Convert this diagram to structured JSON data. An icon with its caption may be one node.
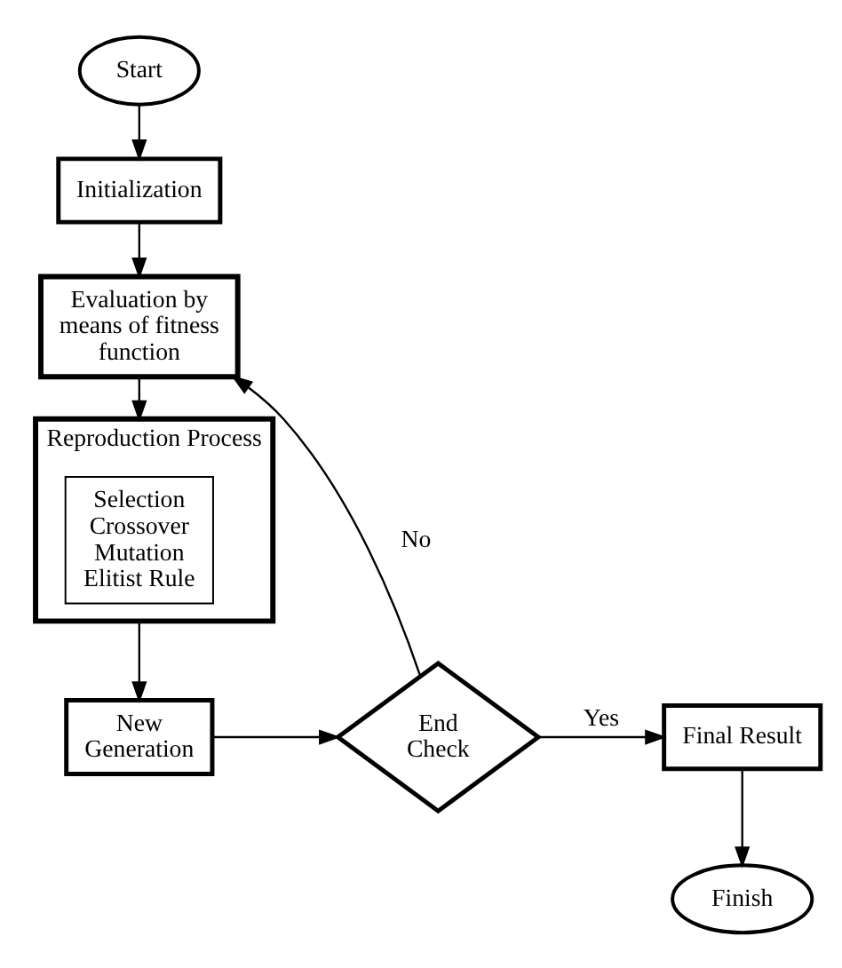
{
  "diagram": {
    "nodes": [
      {
        "text": [
          "Start"
        ]
      },
      {
        "text": [
          "Initialization"
        ]
      },
      {
        "text": [
          "Evaluation by means of fitness function"
        ]
      },
      {
        "text": [
          "Reproduction Process"
        ]
      },
      {
        "text": [
          "Selection",
          "Crossover",
          "Mutation",
          "Elitist Rule"
        ],
        "in": 3
      },
      {
        "text": [
          "New Generation"
        ]
      },
      {
        "text": [
          "End Check"
        ]
      },
      {
        "text": [
          "Final Result"
        ]
      },
      {
        "text": [
          "Finish"
        ]
      }
    ],
    "edges": [
      {
        "from": 0,
        "to": 1,
        "arrow": "to"
      },
      {
        "from": 1,
        "to": 2,
        "arrow": "to"
      },
      {
        "from": 2,
        "to": 3,
        "arrow": "to"
      },
      {
        "from": 3,
        "to": 5,
        "arrow": "to"
      },
      {
        "from": 5,
        "to": 6,
        "arrow": "to"
      },
      {
        "from": 6,
        "to": 2,
        "arrow": "to",
        "label": "No"
      },
      {
        "from": 6,
        "to": 7,
        "arrow": "to",
        "label": "Yes"
      },
      {
        "from": 7,
        "to": 8,
        "arrow": "to"
      }
    ]
  }
}
